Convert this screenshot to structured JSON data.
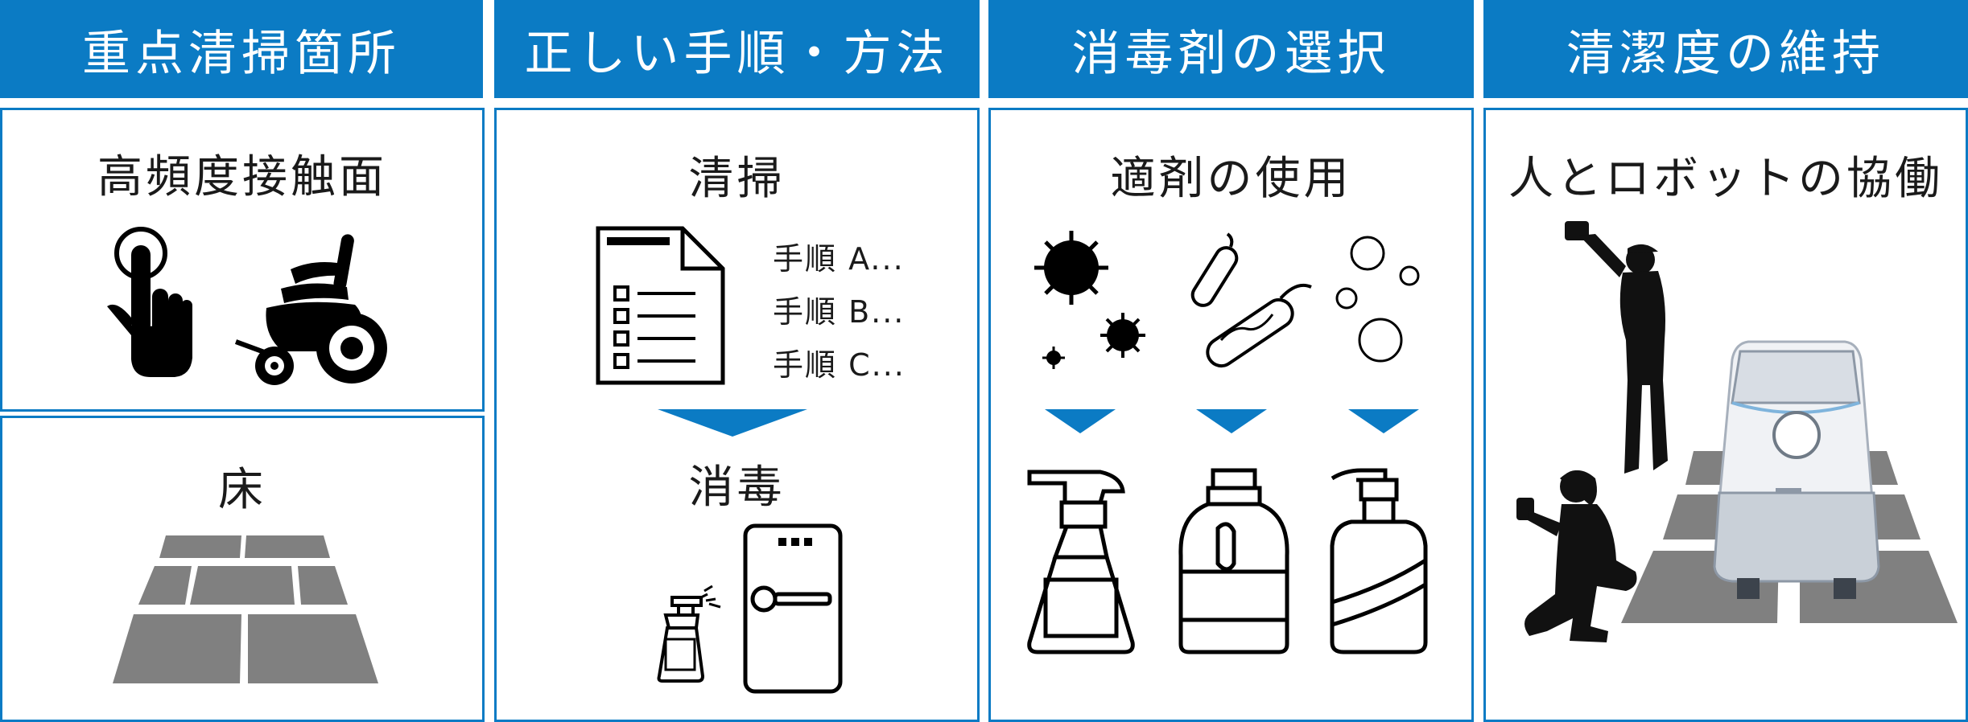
{
  "columns": [
    {
      "header": "重点清掃箇所"
    },
    {
      "header": "正しい手順・方法"
    },
    {
      "header": "消毒剤の選択"
    },
    {
      "header": "清潔度の維持"
    }
  ],
  "col1": {
    "top_title": "高頻度接触面",
    "bottom_title": "床"
  },
  "col2": {
    "top_title": "清掃",
    "steps": [
      "手順 A...",
      "手順 B...",
      "手順 C..."
    ],
    "bottom_title": "消毒"
  },
  "col3": {
    "title": "適剤の使用"
  },
  "col4": {
    "title": "人とロボットの協働"
  },
  "colors": {
    "accent": "#0b7bc4",
    "icon": "#000000",
    "tile": "#808080"
  },
  "icons": [
    "touch-hand-icon",
    "wheelchair-icon",
    "floor-tiles-icon",
    "document-checklist-icon",
    "spray-bottle-icon",
    "door-handle-icon",
    "virus-icon",
    "bacteria-icon",
    "detergent-bottle-icon",
    "pump-bottle-icon",
    "cleaning-robot-icon",
    "worker-silhouette-icon"
  ]
}
